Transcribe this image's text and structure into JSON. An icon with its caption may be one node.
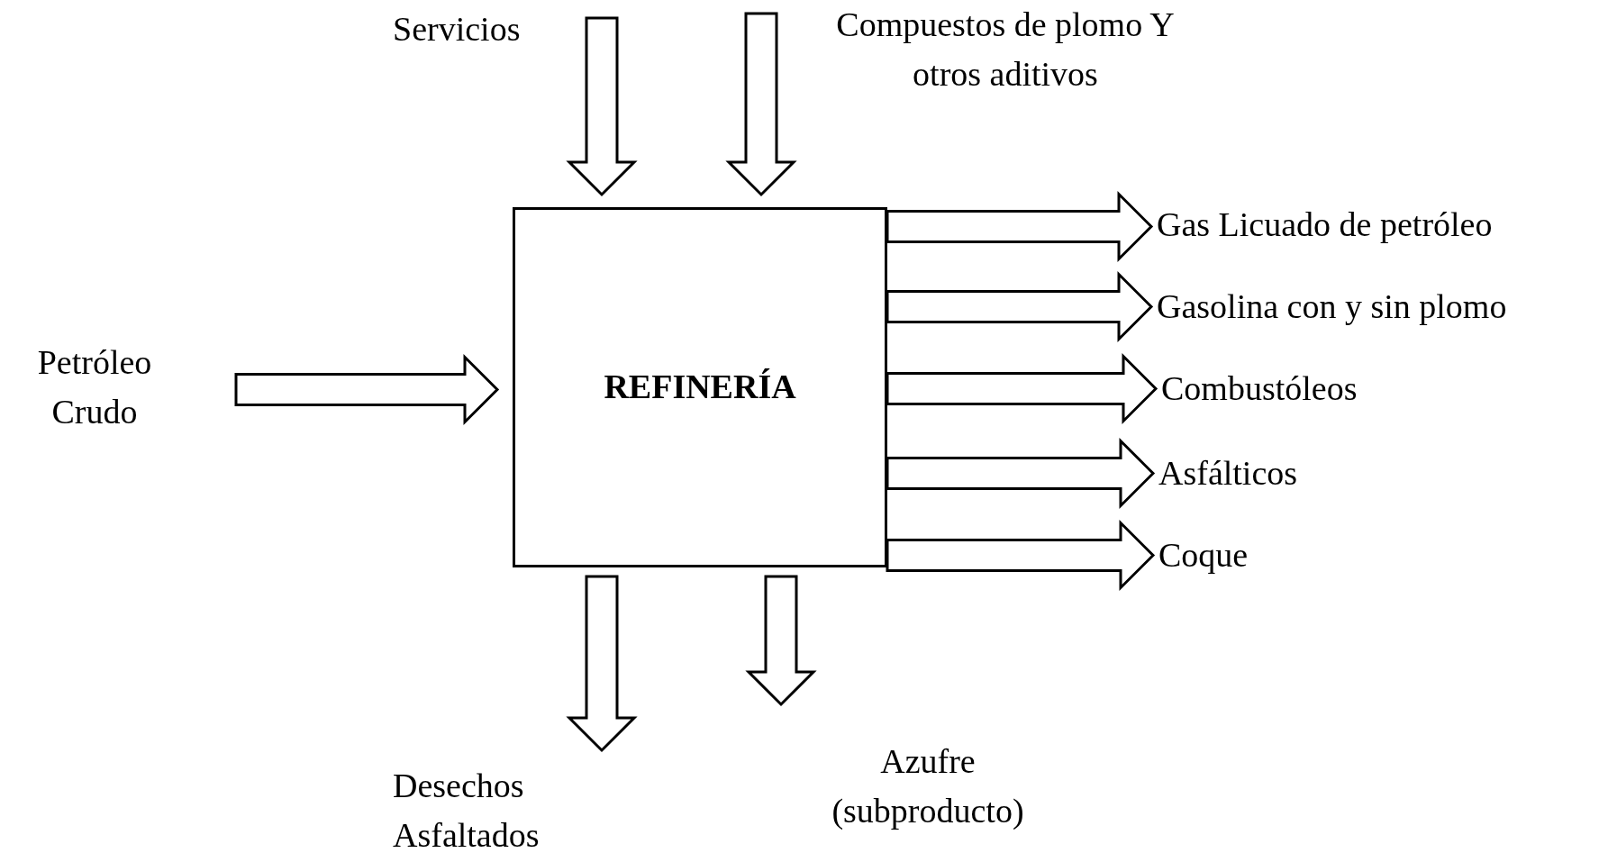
{
  "diagram": {
    "nodes": [
      {
        "text": [
          "REFINERÍA"
        ]
      },
      {
        "text": [
          "Servicios"
        ]
      },
      {
        "text": [
          "Compuestos de plomo Y otros aditivos"
        ]
      },
      {
        "text": [
          "Petróleo Crudo"
        ]
      },
      {
        "text": [
          "Gas Licuado de petróleo"
        ]
      },
      {
        "text": [
          "Gasolina con y sin plomo"
        ]
      },
      {
        "text": [
          "Combustóleos"
        ]
      },
      {
        "text": [
          "Asfálticos"
        ]
      },
      {
        "text": [
          "Coque"
        ]
      },
      {
        "text": [
          "Desechos Asfaltados"
        ]
      },
      {
        "text": [
          "Azufre (subproducto)"
        ]
      }
    ],
    "edges": [
      {
        "from": 1,
        "to": 0,
        "arrow": "to"
      },
      {
        "from": 2,
        "to": 0,
        "arrow": "to"
      },
      {
        "from": 3,
        "to": 0,
        "arrow": "to"
      },
      {
        "from": 0,
        "to": 4,
        "arrow": "to"
      },
      {
        "from": 0,
        "to": 5,
        "arrow": "to"
      },
      {
        "from": 0,
        "to": 6,
        "arrow": "to"
      },
      {
        "from": 0,
        "to": 7,
        "arrow": "to"
      },
      {
        "from": 0,
        "to": 8,
        "arrow": "to"
      },
      {
        "from": 0,
        "to": 9,
        "arrow": "to"
      },
      {
        "from": 0,
        "to": 10,
        "arrow": "to"
      }
    ]
  }
}
